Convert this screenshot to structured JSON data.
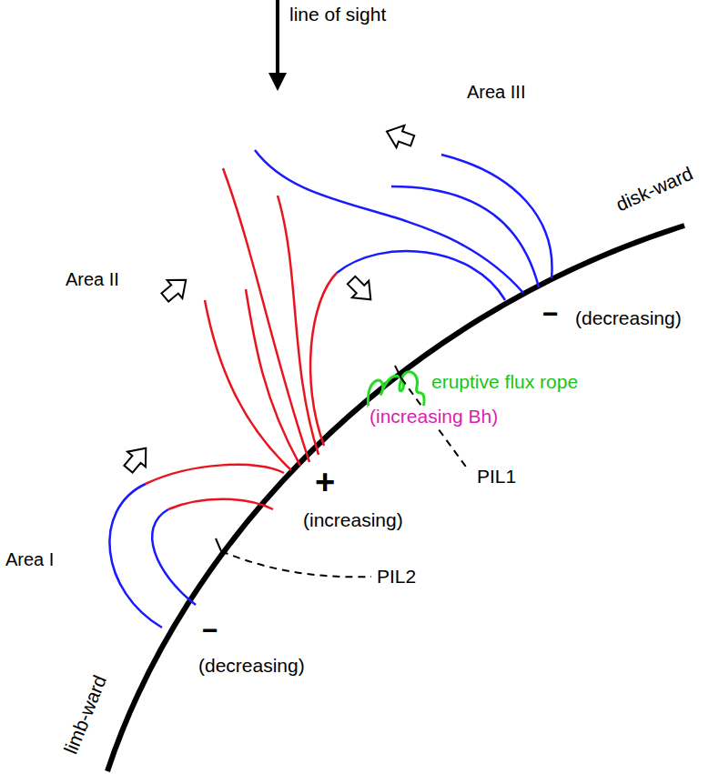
{
  "diagram": {
    "labels": [
      "line of sight",
      "Area III",
      "disk-ward",
      "Area II",
      "−",
      "(decreasing)",
      "eruptive flux rope",
      "(increasing Bh)",
      "PIL1",
      "+",
      "(increasing)",
      "Area I",
      "PIL2",
      "−",
      "(decreasing)",
      "limb-ward"
    ]
  }
}
